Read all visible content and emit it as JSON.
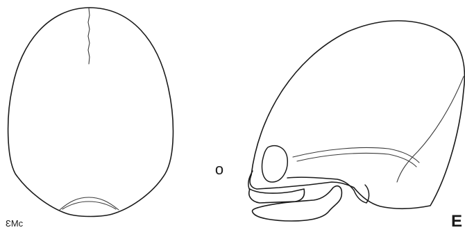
{
  "labels": {
    "separator": "o",
    "panel_letter": "E",
    "initials": "ƐMc"
  }
}
